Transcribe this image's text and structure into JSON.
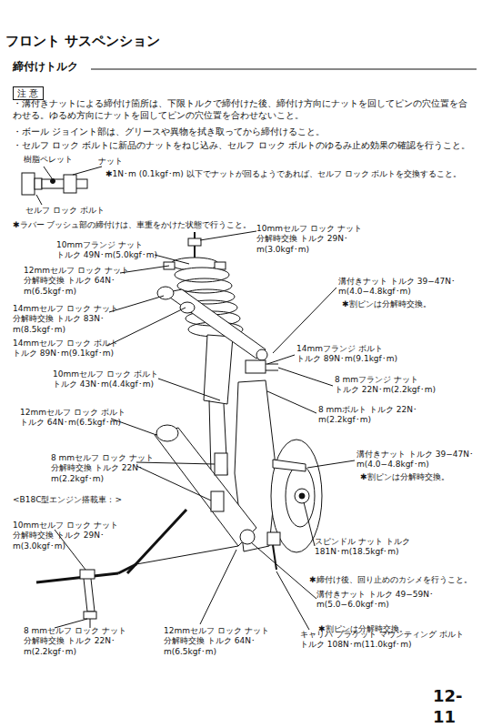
{
  "diagram": {
    "title": "フロント サスペンション",
    "nodes": [
      {
        "text": [
          "注 意"
        ]
      }
    ],
    "labels": [
      "締付けトルク",
      "・溝付きナットによる締付け箇所は、下限トルクで締付けた後、締付け方向にナットを回してピンの穴位置を合わせる。ゆるめ方向にナットを回してピンの穴位置を合わせないこと。",
      "・ボール ジョイント部は、グリースや異物を拭き取ってから締付けること。",
      "・セルフ ロック ボルトに新品のナットをねじ込み、セルフ ロック ボルトのゆるみ止め効果の確認を行うこと。",
      "樹脂ペレット",
      "ナット",
      "✱1N･m (0.1kgf･m) 以下でナットが回るようであれば、セルフ ロック ボルトを交換すること。",
      "セルフ ロック ボルト",
      "✱ラバー ブッシュ部の締付けは、車重をかけた状態で行うこと。",
      "10mmセルフ ロック ナット 分解時交換 トルク 29N･m(3.0kgf･m)",
      "10mmフランジ ナット トルク 49N･m(5.0kgf･m)",
      "12mmセルフ ロック ナット 分解時交換 トルク 64N･m(6.5kgf･m)",
      "溝付きナット トルク 39−47N･m(4.0−4.8kgf･m)",
      "✱割ピンは分解時交換。",
      "14mmセルフ ロック ナット 分解時交換 トルク 83N･m(8.5kgf･m)",
      "14mmセルフ ロック ボルト トルク 89N･m(9.1kgf･m)",
      "14mmフランジ ボルト トルク 89N･m(9.1kgf･m)",
      "10mmセルフ ロック ボルト トルク 43N･m(4.4kgf･m)",
      "8 mmフランジ ナット トルク 22N･m(2.2kgf･m)",
      "8 mmボルト トルク 22N･m(2.2kgf･m)",
      "12mmセルフ ロック ボルト トルク 64N･m(6.5kgf･m)",
      "8 mmセルフ ロック ナット 分解時交換 トルク 22N･m(2.2kgf･m)",
      "溝付きナット トルク 39−47N･m(4.0−4.8kgf･m)",
      "✱割ピンは分解時交換。",
      "<B18C型エンジン搭載車：>",
      "10mmセルフ ロック ナット 分解時交換 トルク 29N･m(3.0kgf･m)",
      "スピンドル ナット トルク 181N･m(18.5kgf･m)",
      "✱締付け後、回り止めのカシメを行うこと。",
      "溝付きナット トルク 49−59N･m(5.0−6.0kgf･m)",
      "✱割ピンは分解時交換。",
      "8 mmセルフ ロック ナット 分解時交換 トルク 22N･m(2.2kgf･m)",
      "12mmセルフ ロック ナット 分解時交換 トルク 64N･m(6.5kgf･m)",
      "キャリパ ブラケット マウンティング ボルト トルク 108N･m(11.0kgf･m)",
      "12-11"
    ]
  }
}
